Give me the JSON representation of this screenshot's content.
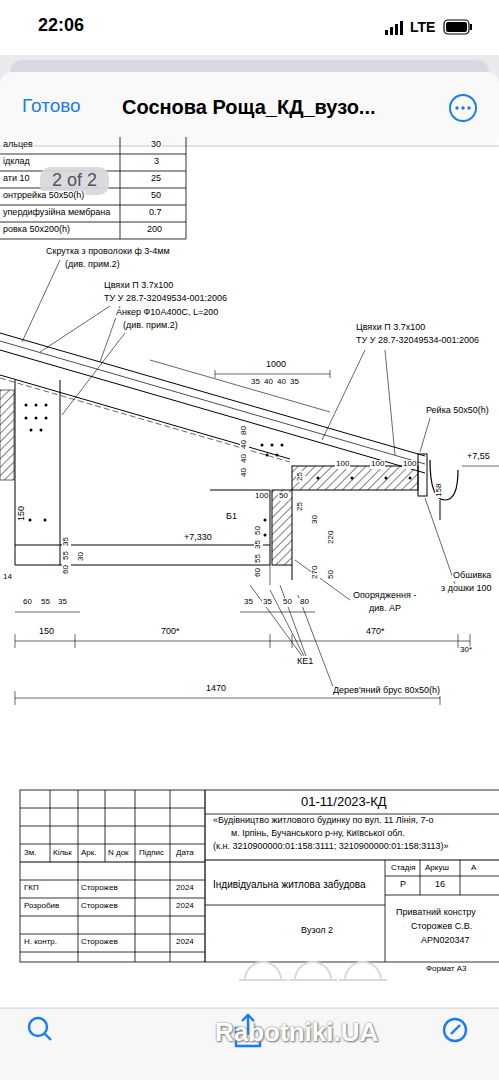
{
  "diagram": {
    "title": "Соснова Роща_КД_вузо...",
    "labels": [
      "22:06",
      "LTE",
      "Готово",
      "2 of 2",
      "альцев",
      "30",
      "ідклад",
      "3",
      "ати 10",
      "25",
      "онтррейка 50х50(h)",
      "50",
      "упердифузійна мембрана",
      "0.7",
      "ровка 50х200(h)",
      "200",
      "Скрутка з проволоки ф 3-4мм",
      "(див. прим.2)",
      "Цвяхи П 3.7х100",
      "ТУ У 28.7-32049534-001:2006",
      "Анкер Ф10А400С, L=200",
      "(див. прим.2)",
      "Цвяхи П 3.7х100",
      "ТУ У 28.7-32049534-001:2006",
      "1000",
      "35",
      "40",
      "40",
      "35",
      "40",
      "40",
      "40",
      "80",
      "Рейка 50х50(h)",
      "+7,55",
      "158",
      "25",
      "25",
      "100",
      "100",
      "100",
      "Б1",
      "100",
      "50",
      "30",
      "220",
      "270",
      "50",
      "+7,330",
      "60",
      "55",
      "35",
      "50",
      "150",
      "60",
      "55",
      "35",
      "30",
      "14",
      "60",
      "55",
      "35",
      "150",
      "35",
      "35",
      "50",
      "80",
      "700*",
      "470*",
      "30*",
      "Опорядження -",
      "див. АР",
      "Обшивка",
      "з дошки 100",
      "КЕ1",
      "Дерев'яний брус 80х50(h)",
      "1470",
      "01-11/2023-КД",
      "«Будівництво житлового будинку по вул. 11 Лінія, 7-о",
      "м. Ірпінь, Бучанського р-ну, Київської обл.",
      "(к.н. 3210900000:01:158:3111; 3210900000:01:158:3113)»",
      "Зм.",
      "Кільк",
      "Арк.",
      "N док",
      "Підпис",
      "Дата",
      "ГКП",
      "Сторожев",
      "2024",
      "Розробив",
      "Сторожев",
      "2024",
      "Індивідуальна житлова забудова",
      "Стадія",
      "Аркуш",
      "А",
      "Р",
      "16",
      "Вузол 2",
      "Приватний констру",
      "Сторожев С.В.",
      "АРN020347",
      "Н. контр.",
      "Сторожев",
      "2024",
      "Формат А3",
      "Rabotniki.UA"
    ]
  }
}
